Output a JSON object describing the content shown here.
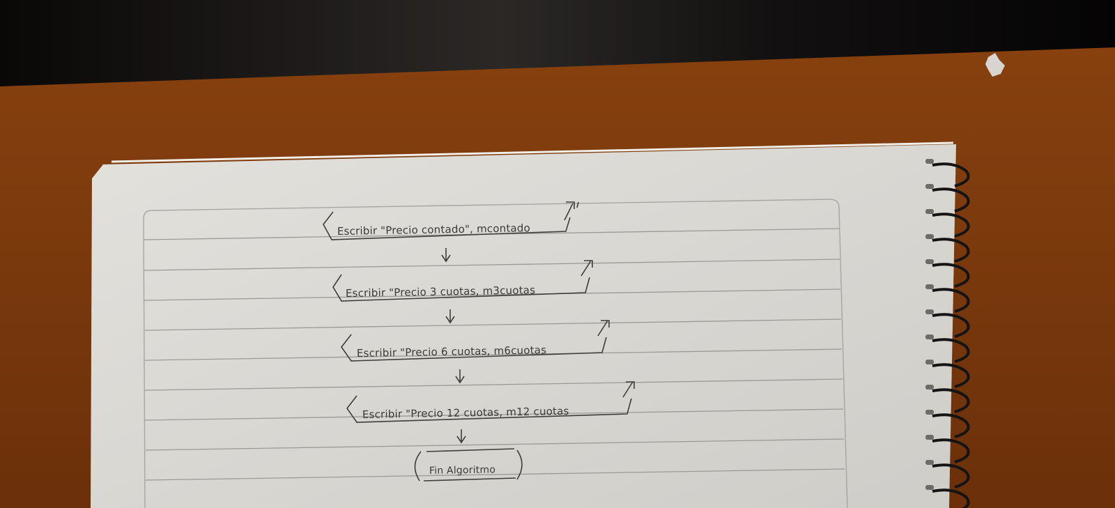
{
  "photo": {
    "colors": {
      "background_top": "#0b0908",
      "table": "#7d3a0c",
      "paper": "#dcdad5",
      "rule_line": "#9c9a96",
      "ink": "#3a3a36",
      "coil": "#141414"
    }
  },
  "notebook": {
    "flowchart": {
      "steps": [
        {
          "label": "Escribir \"Precio contado\", mcontado"
        },
        {
          "label": "Escribir \"Precio 3 cuotas, m3cuotas"
        },
        {
          "label": "Escribir \"Precio 6 cuotas, m6cuotas"
        },
        {
          "label": "Escribir \"Precio 12 cuotas, m12 cuotas"
        }
      ],
      "end_label": "Fin Algoritmo"
    }
  }
}
